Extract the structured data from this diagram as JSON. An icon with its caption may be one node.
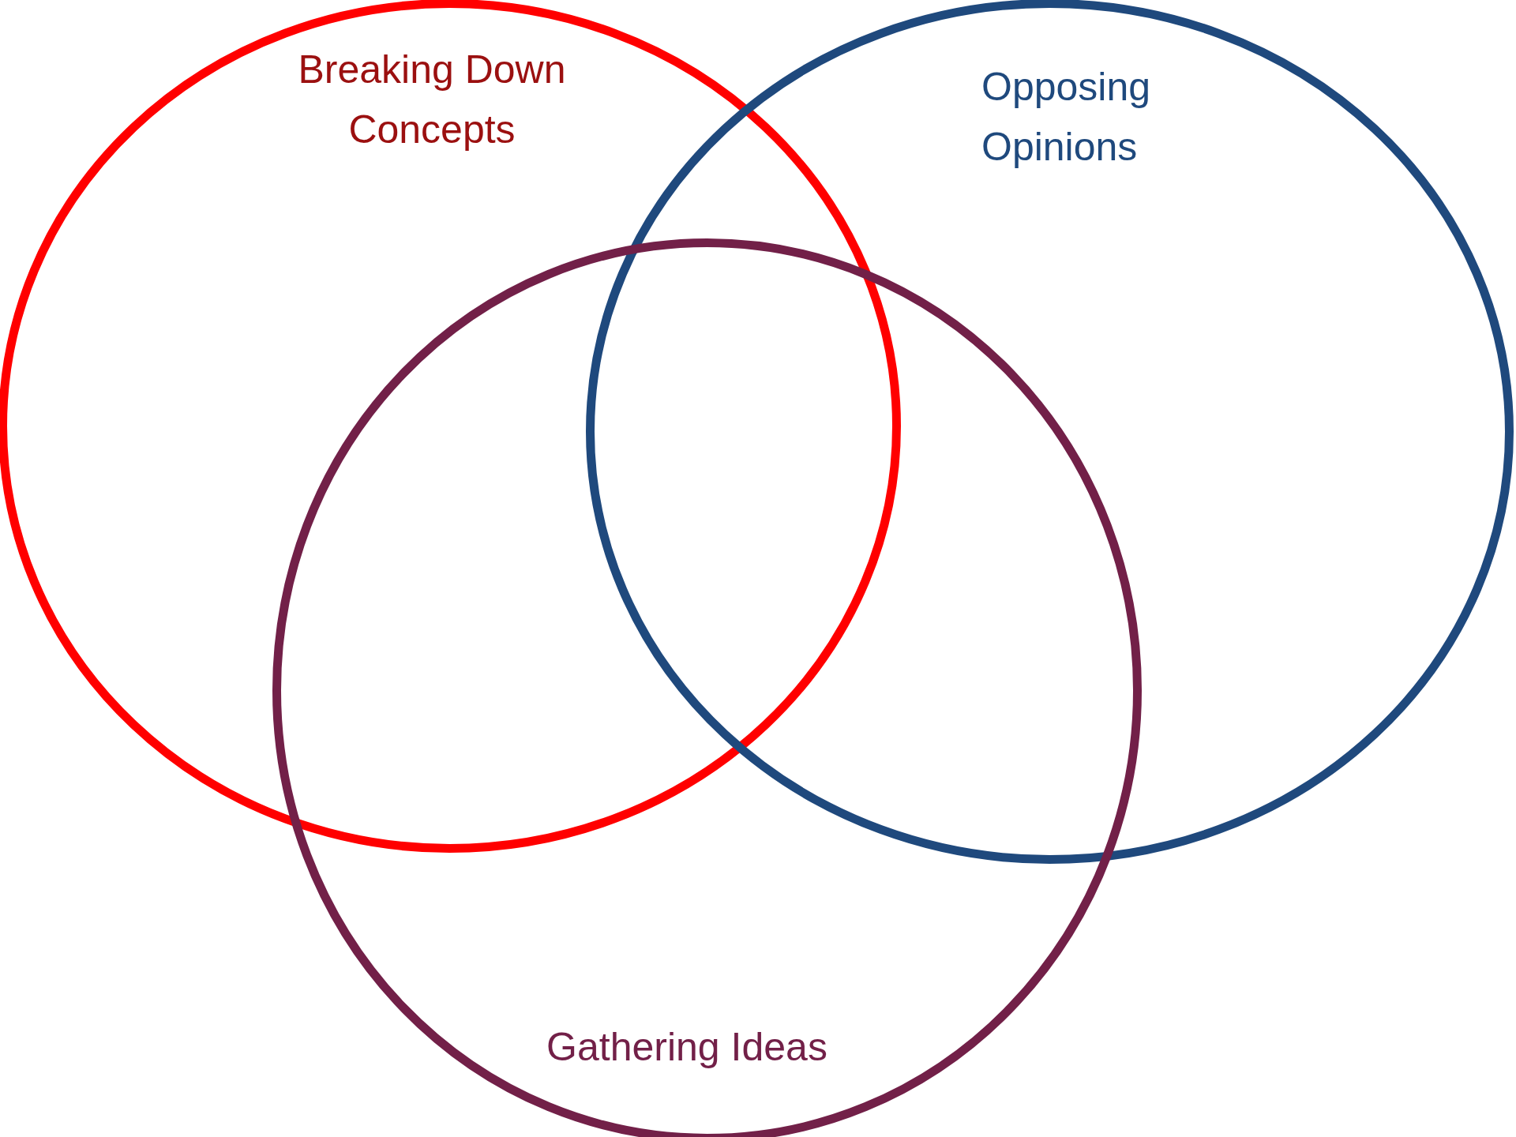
{
  "diagram": {
    "nodes": [
      {
        "text": [
          "Breaking Down Concepts"
        ]
      },
      {
        "text": [
          "Opposing Opinions"
        ]
      },
      {
        "text": [
          "Gathering Ideas"
        ]
      }
    ]
  }
}
